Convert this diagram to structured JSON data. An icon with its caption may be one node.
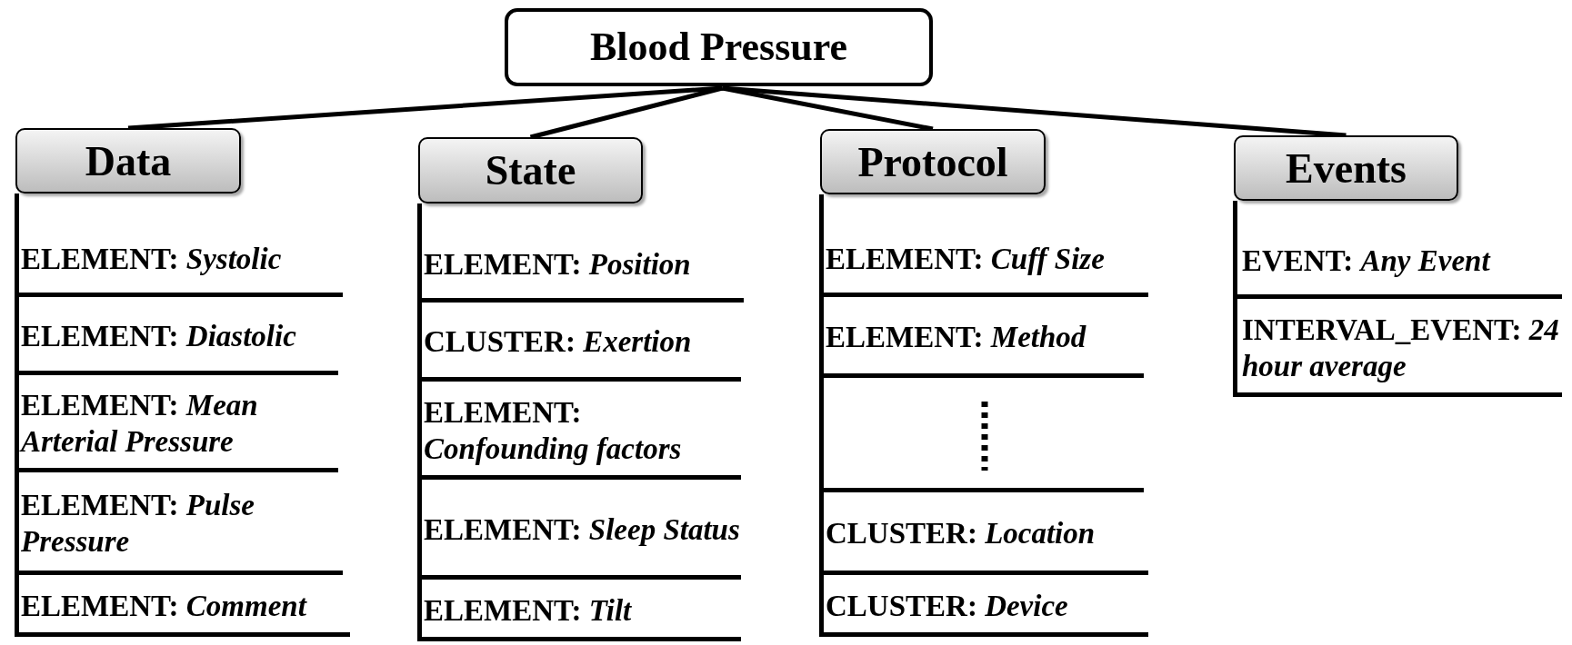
{
  "diagram": {
    "nodes": [
      {
        "text": [
          "Blood Pressure"
        ]
      },
      {
        "text": [
          "Data"
        ]
      },
      {
        "text": [
          "State"
        ]
      },
      {
        "text": [
          "Protocol"
        ]
      },
      {
        "text": [
          "Events"
        ]
      },
      {
        "text": [
          "ELEMENT: *Systolic*"
        ]
      },
      {
        "text": [
          "ELEMENT: *Diastolic*"
        ]
      },
      {
        "text": [
          "ELEMENT: *Mean Arterial Pressure*"
        ]
      },
      {
        "text": [
          "ELEMENT: *Pulse Pressure*"
        ]
      },
      {
        "text": [
          "ELEMENT: *Comment*"
        ]
      },
      {
        "text": [
          "ELEMENT: *Position*"
        ]
      },
      {
        "text": [
          "CLUSTER: *Exertion*"
        ]
      },
      {
        "text": [
          "ELEMENT: *Confounding factors*"
        ]
      },
      {
        "text": [
          "ELEMENT: *Sleep Status*"
        ]
      },
      {
        "text": [
          "ELEMENT: *Tilt*"
        ]
      },
      {
        "text": [
          "ELEMENT: *Cuff Size*"
        ]
      },
      {
        "text": [
          "ELEMENT: *Method*"
        ]
      },
      {
        "text": [],
        "shape": "bar"
      },
      {
        "text": [
          "CLUSTER: *Location*"
        ]
      },
      {
        "text": [
          "CLUSTER: *Device*"
        ]
      },
      {
        "text": [
          "EVENT: *Any Event*"
        ]
      },
      {
        "text": [
          "INTERVAL_EVENT: *24 hour average*"
        ]
      }
    ],
    "edges": [
      {
        "from": 0,
        "to": 1,
        "arrow": "none"
      },
      {
        "from": 0,
        "to": 2,
        "arrow": "none"
      },
      {
        "from": 0,
        "to": 3,
        "arrow": "none"
      },
      {
        "from": 0,
        "to": 4,
        "arrow": "none"
      },
      {
        "from": 1,
        "to": 5,
        "arrow": "none"
      },
      {
        "from": 1,
        "to": 6,
        "arrow": "none"
      },
      {
        "from": 1,
        "to": 7,
        "arrow": "none"
      },
      {
        "from": 1,
        "to": 8,
        "arrow": "none"
      },
      {
        "from": 1,
        "to": 9,
        "arrow": "none"
      },
      {
        "from": 2,
        "to": 10,
        "arrow": "none"
      },
      {
        "from": 2,
        "to": 11,
        "arrow": "none"
      },
      {
        "from": 2,
        "to": 12,
        "arrow": "none"
      },
      {
        "from": 2,
        "to": 13,
        "arrow": "none"
      },
      {
        "from": 2,
        "to": 14,
        "arrow": "none"
      },
      {
        "from": 3,
        "to": 15,
        "arrow": "none"
      },
      {
        "from": 3,
        "to": 16,
        "arrow": "none"
      },
      {
        "from": 3,
        "to": 17,
        "arrow": "none"
      },
      {
        "from": 3,
        "to": 18,
        "arrow": "none"
      },
      {
        "from": 3,
        "to": 19,
        "arrow": "none"
      },
      {
        "from": 4,
        "to": 20,
        "arrow": "none"
      },
      {
        "from": 4,
        "to": 21,
        "arrow": "none"
      }
    ]
  }
}
